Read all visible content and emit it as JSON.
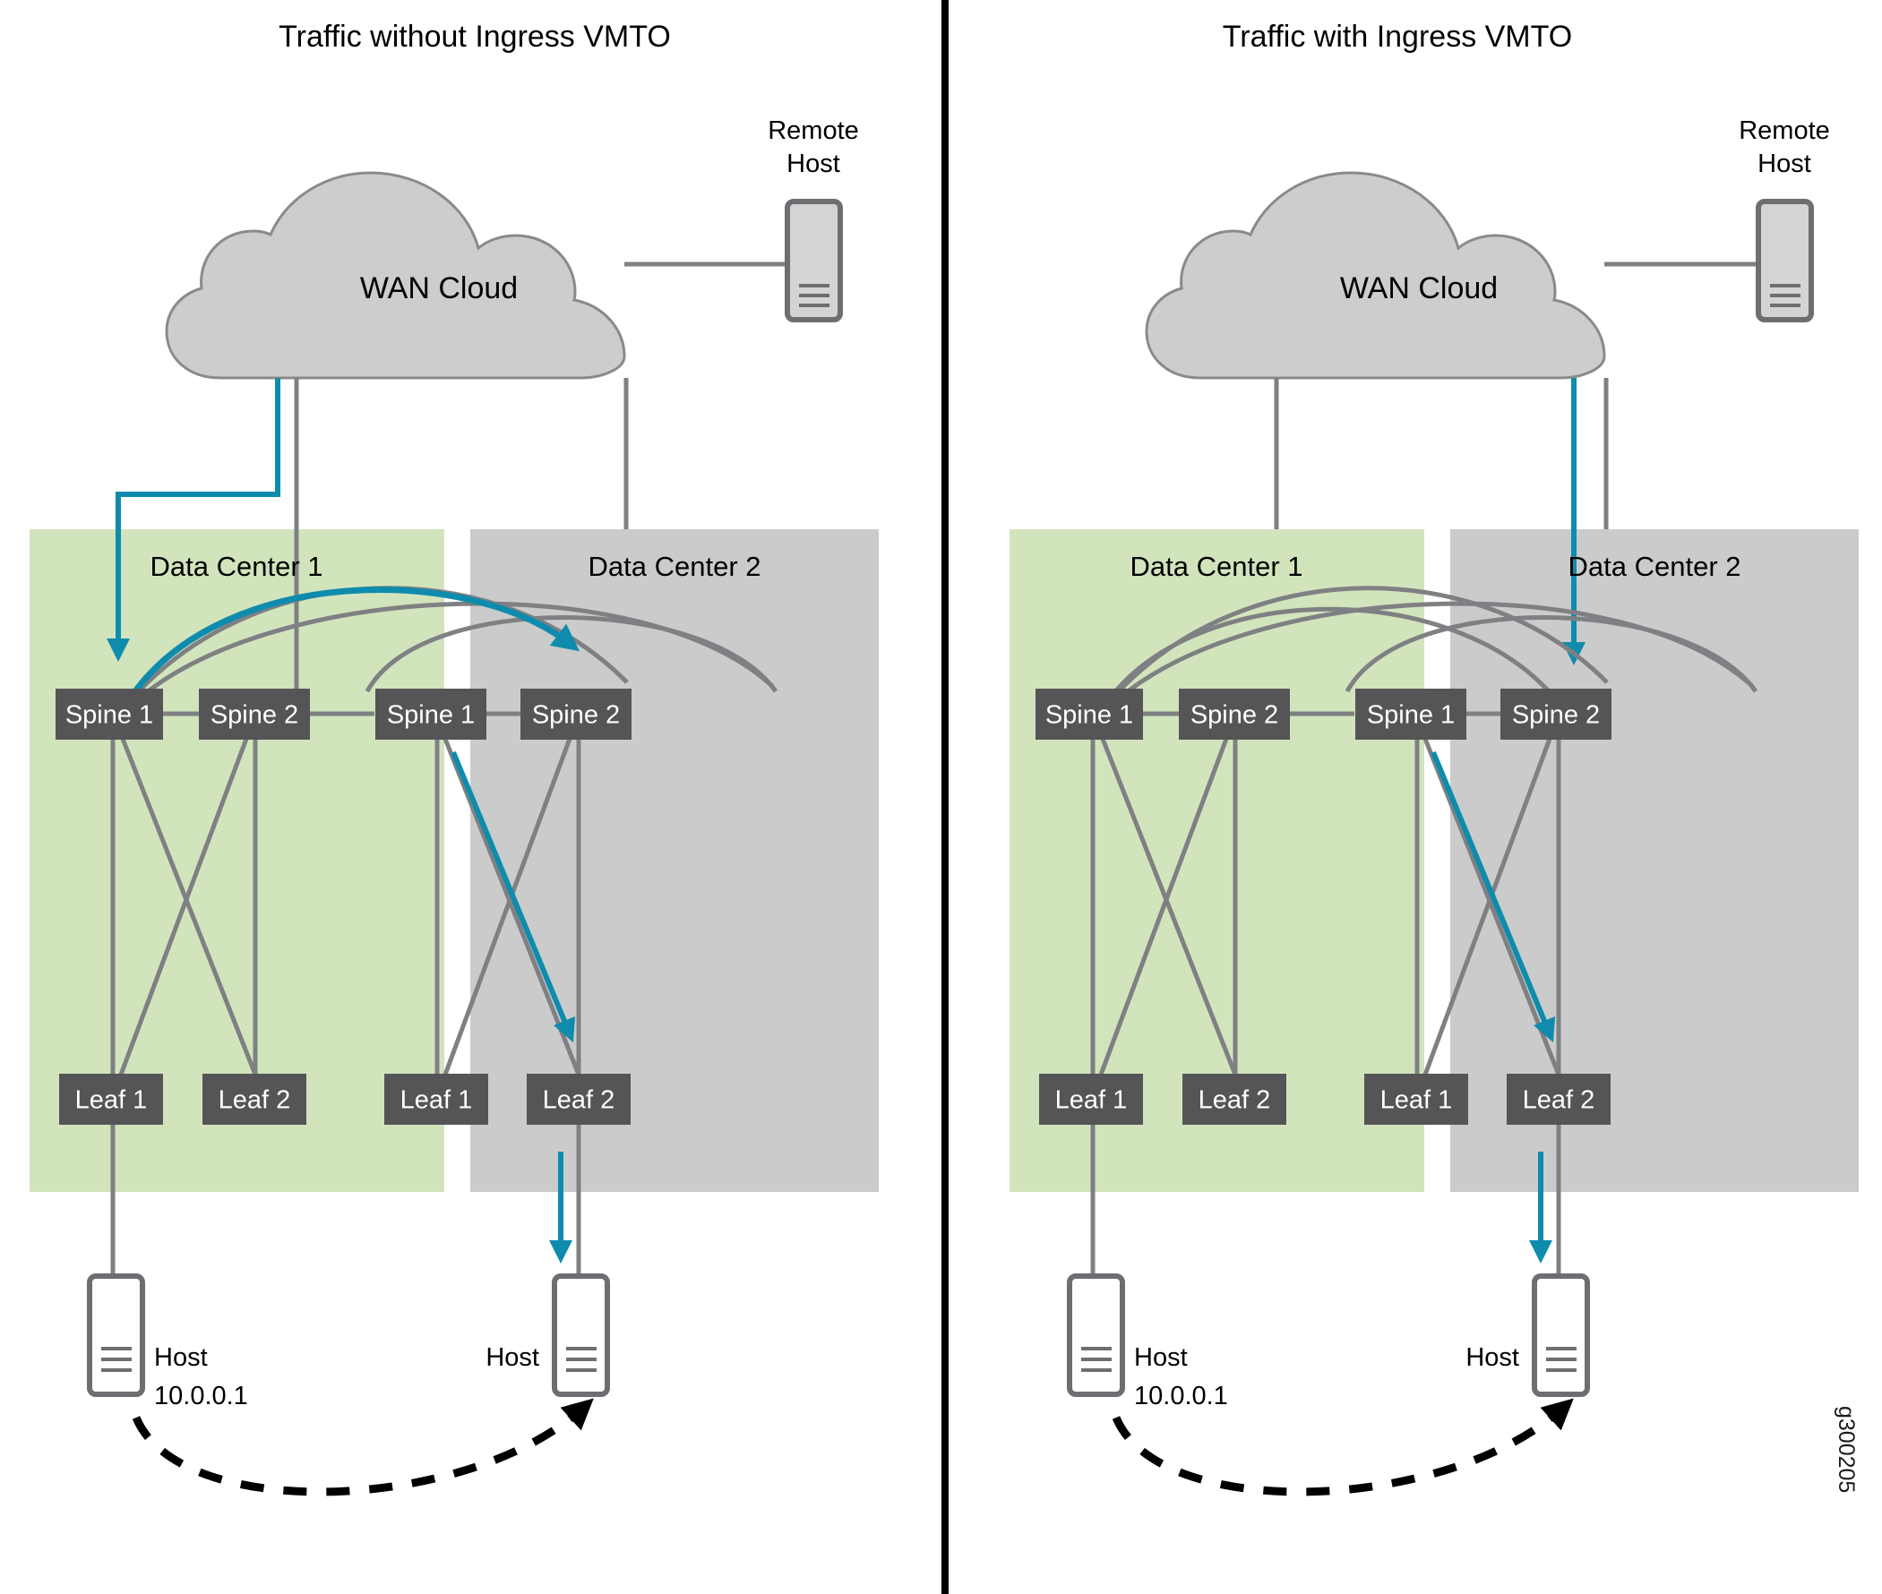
{
  "figure": {
    "watermark": "g300205",
    "colors": {
      "accent_blue": "#0f8cad",
      "link_gray": "#7f8083",
      "node_dark": "#555557",
      "dc1_green": "#d2e4bc",
      "dc2_gray": "#cbcbcb",
      "cloud_gray": "#cdcdcd",
      "cloud_border": "#8a8a8d",
      "host_border": "#6e6e72",
      "divider_black": "#000000",
      "text_black": "#000000",
      "text_white": "#ffffff"
    }
  },
  "panels": [
    {
      "id": "left",
      "title": "Traffic without Ingress VMTO",
      "cloud": {
        "label": "WAN Cloud"
      },
      "remote_host": {
        "label_line1": "Remote",
        "label_line2": "Host",
        "icon": "server-icon"
      },
      "datacenters": [
        {
          "id": "dc1",
          "label": "Data Center 1",
          "fill": "#d2e4bc",
          "spines": [
            "Spine 1",
            "Spine 2"
          ],
          "leaves": [
            "Leaf 1",
            "Leaf 2"
          ]
        },
        {
          "id": "dc2",
          "label": "Data Center 2",
          "fill": "#cbcbcb",
          "spines": [
            "Spine 1",
            "Spine 2"
          ],
          "leaves": [
            "Leaf 1",
            "Leaf 2"
          ]
        }
      ],
      "hosts": [
        {
          "id": "host-dc1",
          "label": "Host",
          "address": "10.0.0.1",
          "label_pos": "right",
          "icon": "server-icon"
        },
        {
          "id": "host-dc2",
          "label": "Host",
          "address": "",
          "label_pos": "left",
          "icon": "server-icon"
        }
      ],
      "traffic": {
        "description": "Ingress traffic enters Data Center 1 Spine 1 then is forwarded across the WAN interconnect to Data Center 2 Spine 1, down to Leaf 2 and on to the host.",
        "flow_color": "#0f8cad",
        "suboptimal": true
      }
    },
    {
      "id": "right",
      "title": "Traffic with Ingress VMTO",
      "cloud": {
        "label": "WAN Cloud"
      },
      "remote_host": {
        "label_line1": "Remote",
        "label_line2": "Host",
        "icon": "server-icon"
      },
      "datacenters": [
        {
          "id": "dc1",
          "label": "Data Center 1",
          "fill": "#d2e4bc",
          "spines": [
            "Spine 1",
            "Spine 2"
          ],
          "leaves": [
            "Leaf 1",
            "Leaf 2"
          ]
        },
        {
          "id": "dc2",
          "label": "Data Center 2",
          "fill": "#cbcbcb",
          "spines": [
            "Spine 1",
            "Spine 2"
          ],
          "leaves": [
            "Leaf 1",
            "Leaf 2"
          ]
        }
      ],
      "hosts": [
        {
          "id": "host-dc1",
          "label": "Host",
          "address": "10.0.0.1",
          "label_pos": "right",
          "icon": "server-icon"
        },
        {
          "id": "host-dc2",
          "label": "Host",
          "address": "",
          "label_pos": "left",
          "icon": "server-icon"
        }
      ],
      "traffic": {
        "description": "Ingress traffic enters Data Center 2 Spine 1 directly from the WAN cloud, then goes down to Leaf 2 and on to the host.",
        "flow_color": "#0f8cad",
        "suboptimal": false
      }
    }
  ]
}
